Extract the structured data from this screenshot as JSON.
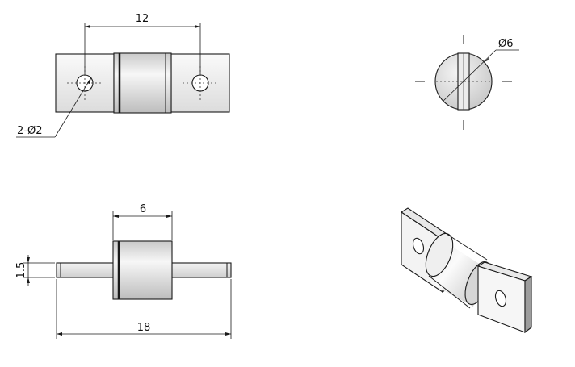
{
  "dimensions": {
    "hole_spacing": "12",
    "holes": "2-Ø2",
    "shaft_diameter": "Ø6",
    "roller_length": "6",
    "plate_thickness": "1.5",
    "overall_length": "18"
  },
  "colors": {
    "line": "#1a1a1a",
    "part_fill_light": "#f2f2f2",
    "part_fill_mid": "#d9d9d9",
    "part_fill_dark": "#9a9a9a"
  }
}
